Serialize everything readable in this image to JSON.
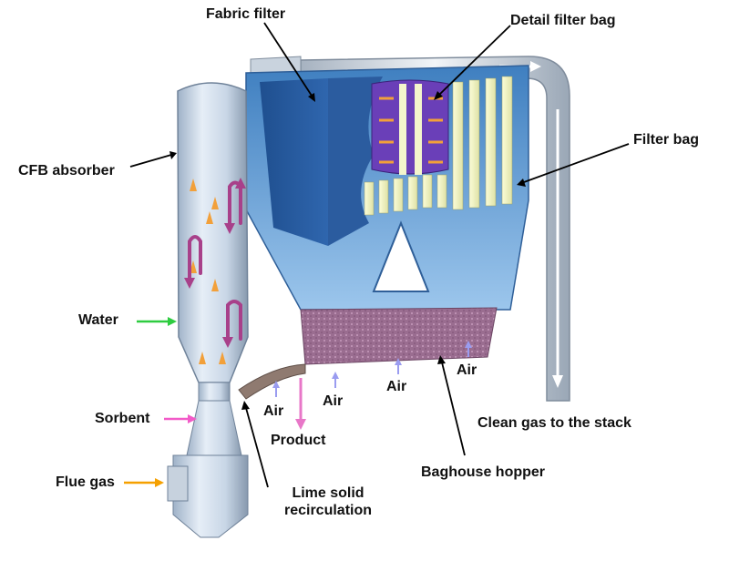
{
  "labels": {
    "fabric_filter": "Fabric filter",
    "detail_filter_bag": "Detail filter bag",
    "filter_bag": "Filter bag",
    "cfb_absorber": "CFB absorber",
    "water": "Water",
    "sorbent": "Sorbent",
    "flue_gas": "Flue gas",
    "lime_solid_recirculation_line1": "Lime solid",
    "lime_solid_recirculation_line2": "recirculation",
    "product": "Product",
    "air": "Air",
    "baghouse_hopper": "Baghouse hopper",
    "clean_gas": "Clean gas to the stack"
  },
  "colors": {
    "water_arrow": "#2ecc40",
    "sorbent_arrow": "#f25ac8",
    "flue_gas_arrow": "#f5a000",
    "air_arrow": "#9a9cf0",
    "product_arrow": "#e877c8",
    "gas_flow_arrow": "#f2a03a",
    "solid_flow_arrow": "#a8408a",
    "baghouse_blue": "#5b9bd5",
    "hopper_fill": "#9c6e92",
    "filter_bag": "#f3f5cc"
  }
}
